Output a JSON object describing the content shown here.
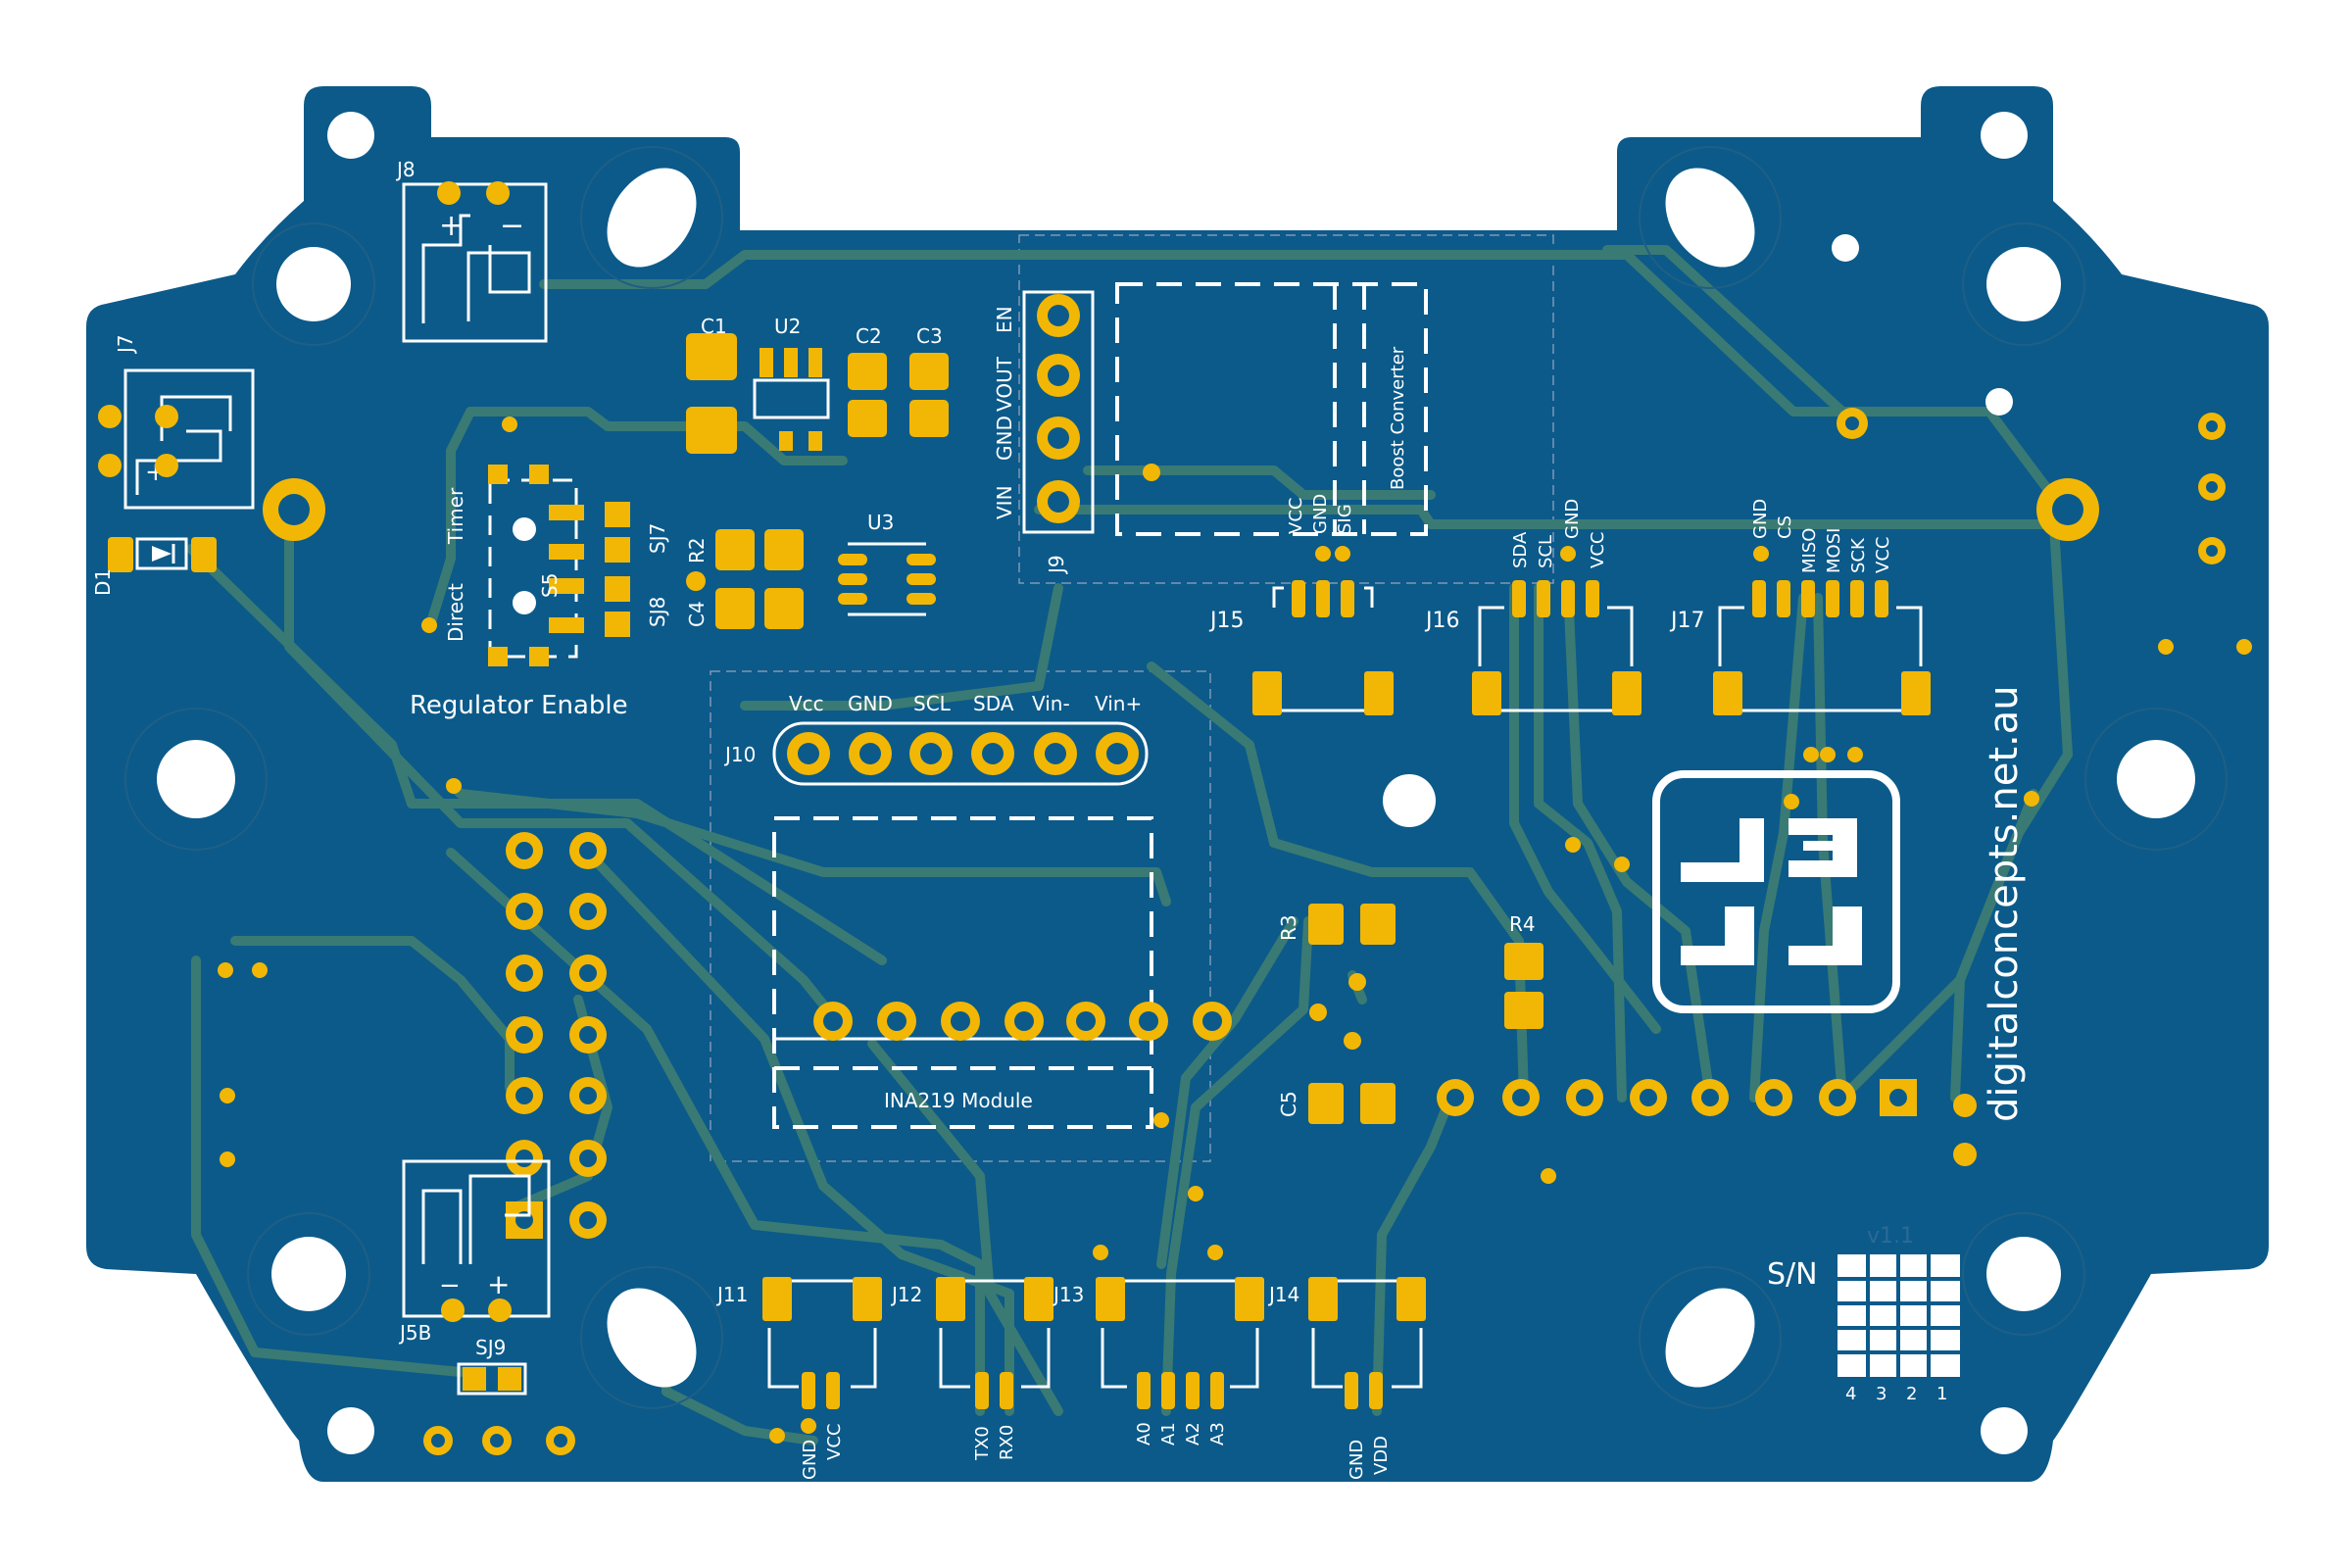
{
  "board": {
    "colors": {
      "mask": "#0b5a8a",
      "pad": "#f2b705",
      "silk": "#ffffff",
      "trace": "#3a7a74"
    },
    "website": "digitalconcepts.net.au",
    "version": "v1.1",
    "serial_label": "S/N",
    "serial_digits": [
      "4",
      "3",
      "2",
      "1"
    ],
    "regulator_label": "Regulator Enable",
    "switch": {
      "ref": "S5",
      "opt_top": "Timer",
      "opt_bottom": "Direct"
    },
    "boost_label": "Boost Converter",
    "ina_label": "INA219 Module",
    "refs": {
      "j5b": "J5B",
      "j7": "J7",
      "j8": "J8",
      "j9": "J9",
      "j10": "J10",
      "j11": "J11",
      "j12": "J12",
      "j13": "J13",
      "j14": "J14",
      "j15": "J15",
      "j16": "J16",
      "j17": "J17",
      "c1": "C1",
      "c2": "C2",
      "c3": "C3",
      "c4": "C4",
      "c5": "C5",
      "u2": "U2",
      "u3": "U3",
      "r2": "R2",
      "r3": "R3",
      "r4": "R4",
      "sj7": "SJ7",
      "sj8": "SJ8",
      "sj9": "SJ9",
      "d1": "D1"
    },
    "j9_pins": [
      "VIN",
      "GND",
      "VOUT",
      "EN"
    ],
    "j10_pins": [
      "Vcc",
      "GND",
      "SCL",
      "SDA",
      "Vin-",
      "Vin+"
    ],
    "j15_pins": [
      "VCC",
      "GND",
      "SIG"
    ],
    "j16_pins": [
      "SDA",
      "SCL",
      "GND",
      "VCC"
    ],
    "j17_pins": [
      "GND",
      "CS",
      "MISO",
      "MOSI",
      "SCK",
      "VCC"
    ],
    "j11_pins": [
      "GND",
      "VCC"
    ],
    "j12_pins": [
      "TX0",
      "RX0"
    ],
    "j13_pins": [
      "A0",
      "A1",
      "A2",
      "A3"
    ],
    "j14_pins": [
      "GND",
      "VDD"
    ],
    "polarity": {
      "plus": "+",
      "minus": "−"
    }
  }
}
